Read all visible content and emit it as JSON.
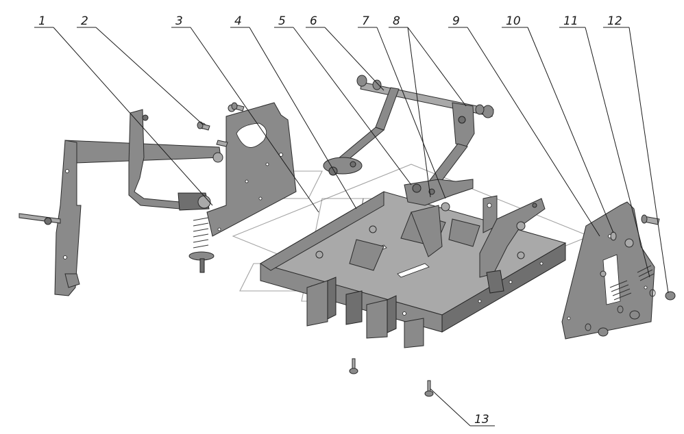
{
  "diagram": {
    "callouts": [
      {
        "id": "c1",
        "label": "1"
      },
      {
        "id": "c2",
        "label": "2"
      },
      {
        "id": "c3",
        "label": "3"
      },
      {
        "id": "c4",
        "label": "4"
      },
      {
        "id": "c5",
        "label": "5"
      },
      {
        "id": "c6",
        "label": "6"
      },
      {
        "id": "c7",
        "label": "7"
      },
      {
        "id": "c8",
        "label": "8"
      },
      {
        "id": "c9",
        "label": "9"
      },
      {
        "id": "c10",
        "label": "10"
      },
      {
        "id": "c11",
        "label": "11"
      },
      {
        "id": "c12",
        "label": "12"
      },
      {
        "id": "c13",
        "label": "13"
      }
    ],
    "colors": {
      "background": "#ffffff",
      "part_fill": "#8a8a8a",
      "part_dark": "#6f6f6f",
      "part_light": "#a9a9a9",
      "line": "#1a1a1a"
    }
  }
}
